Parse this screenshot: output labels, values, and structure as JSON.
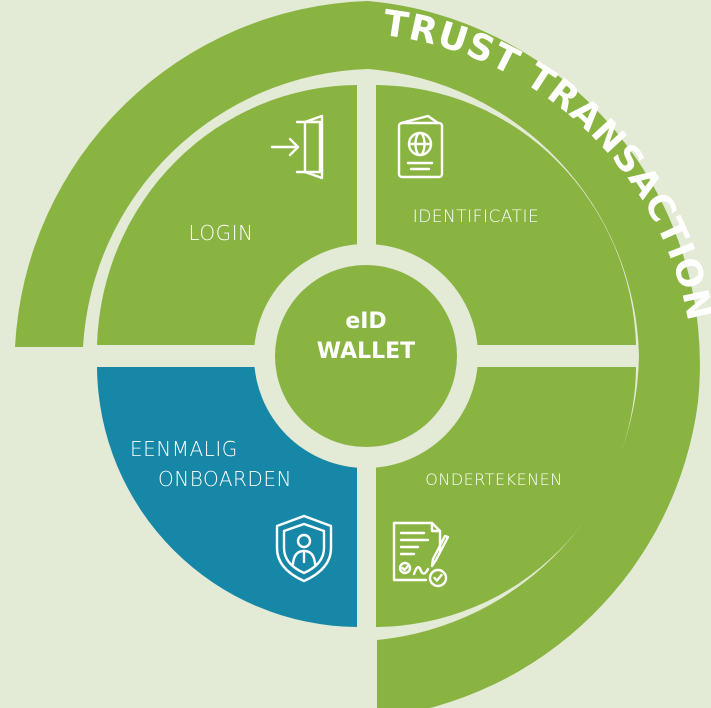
{
  "center": {
    "line1": "eID",
    "line2": "WALLET"
  },
  "ring": {
    "text": "TRUST TRANSACTION S"
  },
  "quadrants": {
    "login": {
      "label": "LOGIN",
      "icon": "door-enter-icon"
    },
    "identificatie": {
      "label": "IDENTIFICATIE",
      "icon": "passport-icon"
    },
    "onboarden": {
      "line1": "EENMALIG",
      "line2": "ONBOARDEN",
      "icon": "shield-user-icon"
    },
    "ondertekenen": {
      "label": "ONDERTEKENEN",
      "icon": "signed-document-icon"
    }
  },
  "colors": {
    "background": "#e3ead6",
    "green": "#8ab442",
    "blue": "#1687a7",
    "text": "#ffffff"
  }
}
